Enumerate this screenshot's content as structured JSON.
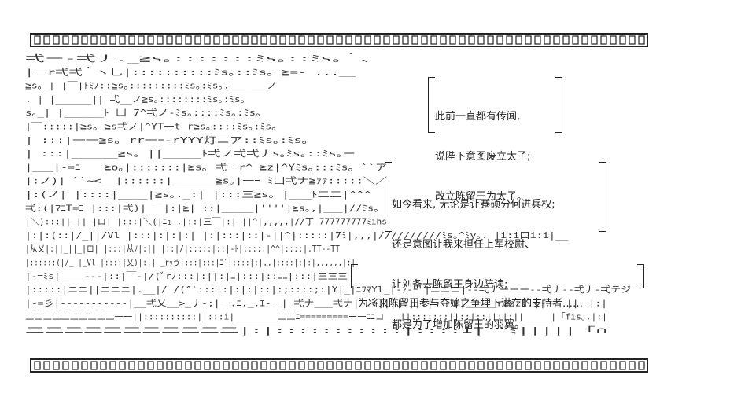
{
  "caption_1": {
    "lines": [
      "此前一直都有传闻,",
      "说陛下意图废立太子;",
      "改立陈留王为太子。"
    ]
  },
  "caption_2": {
    "lines": [
      "如今看来, 无论是让蹇硕分何进兵权;",
      "还是意图让我来担任上军校尉、",
      "让刘备去陈留王身边陪读;",
      "都是为了增加陈留王的羽翼。"
    ]
  },
  "caption_3": {
    "lines": [
      "为将来陈留王参与夺嫡之争埋下潜在的支持者……"
    ]
  },
  "ascii_art": {
    "rows": [
      "弌ー-弌ナ._≧s｡:::::::ﾐs｡::ﾐs｡｀､",
      "|ーr弌弌｀ヽ乚|::::::::::ﾐs｡::ﾐs｡  ≧=- ...__",
      "≧s｡_|  |￣|ﾄﾐﾉ::≧s｡:::::::::ﾐs｡:ﾐs｡.______ノ",
      ". |  |______||  弌__ノ≧s｡::::::::ﾐs｡:ﾐs｡",
      "s｡_|  |______ﾄ   凵  7^弌ノ-ﾐs｡::::ﾐs｡:ﾐs｡",
      "|￣:::::|≧s｡    ≧s弌ノ|^YT一t  r≧s｡::::ﾐs｡:ﾐs｡",
      "|    :::|一一≧s｡       rr一ｰ-rYYY灯ニア::ﾐs｡:ﾐs｡",
      "|    :::|______≧s｡ ||_____ﾄ弌ノ弌弌ナs｡ﾐs｡::ﾐs｡ー",
      "|___|-=ﾆ￣￣≧o｡|:::::::|≧s｡     弌一r^ ≧z|^Yﾐs｡:::ﾐs｡ ``ア",
      "|:ノ)|       ``~<__|::::::|______≧s｡|一ｰ  ﾐ凵弌ナ≧ｧｧ:::::＼／",
      "|:(ノ|        |::::|____|≧s｡._:|   |:::三≧s｡  |___ﾄ二二|^^^",
      "弌:(|ﾏﾆT=ｺ  |:::|弌)|  ￣|:|≧|  ::|_____|''''|≧s｡,|___|//ﾐs｡",
      "|＼):::||_||_|ロ|  |:::|＼(|ﾆｭ .|::|三￣|:|-||^|,,,,,|//丁  777777777ﾐihs",
      "|:|:(::|/_||/Vl  |:::|:|:|:|  |:|:::|::|-||^|:::::|7ﾐ|,,,|//////////ﾐs｡^ﾐy｡. |i:i口i:i|__",
      "|从乂|:||_||_|ロ|  |:::|从ﾉ|:||  |::|/|:::::|::|-ﾄ|:::::|^^|::::|.TT--TT",
      "|::::::(|/_||_Vl  |::::|乂)|:||  _rｩう|:::|:::|ﾆ`|::::|:|,,|::::|:|:|,,,,,,|:|",
      "|-=ﾐs|____---|::|￣-|/(ﾞrﾉ:::|:||:|ﾆ|:::|::ﾆﾆ|:::|三三三",
      "|:::::|ニニ||ニニニ|.__|/ /(^`:::|:|:|:|::|:;::::;:|Y|_|ﾆﾌﾏYl_|-ｧ-ｰ  |ニニニ|--弌ナーーー--弌ナ--弌ナ-弌テジ",
      "|-=彡|-----------|__弌乂__>_丿-;|一.ﾆ._.ｴ-一|  弌ナ___弌ナ|     .:||||:||:|一一||_____rzzzl.||一一||一|:|",
      "二二二二二二二二二二一一||::::::::::||:::i|________二二ﾆ=========ー一ﾆﾆコ___||:::::::||::|::||:|:||_____|「fis｡.|:|",
      "二二二二二二二二二二二|:|:::::::::::|::::i|                                        `ﾐ|||||「∩"
    ]
  }
}
